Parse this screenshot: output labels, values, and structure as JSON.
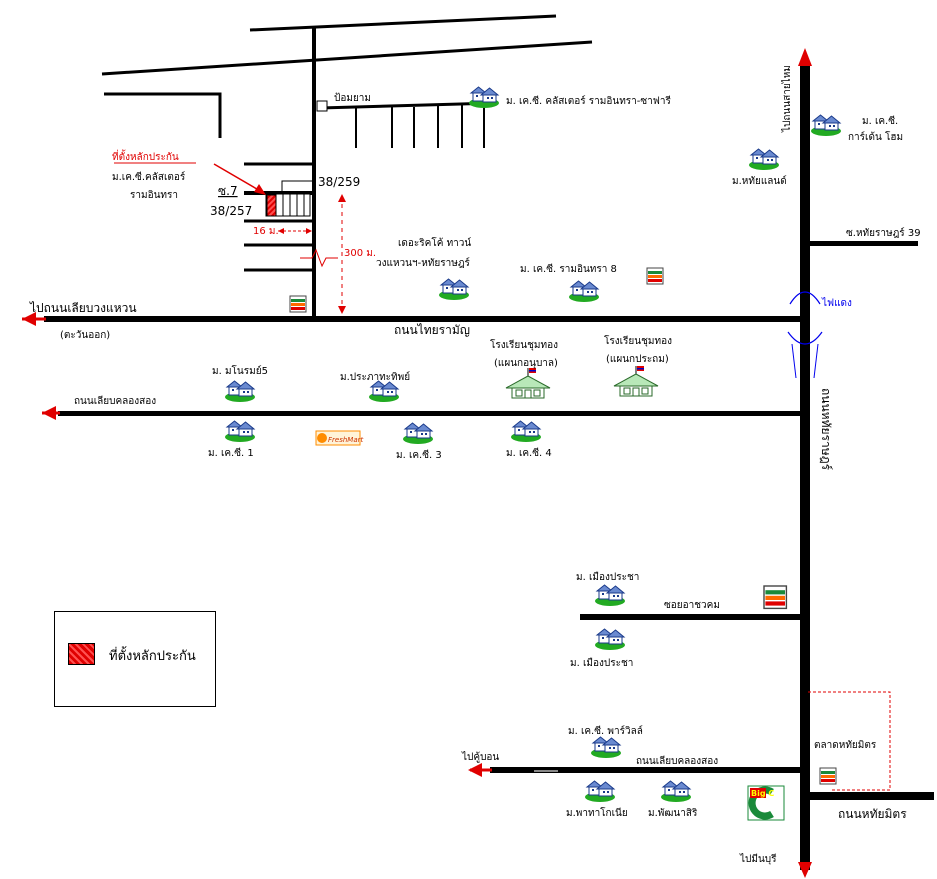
{
  "colors": {
    "road": "#000000",
    "accent_red": "#e00000",
    "traffic_blue": "#0000ee",
    "house_green": "#22aa22",
    "seven_eleven_green": "#1a8a3a",
    "seven_eleven_orange": "#ff6a00"
  },
  "labels": {
    "to_outer_ring": "ไปถนนเลียบวงแหวน",
    "east_side": "(ตะวันออก)",
    "thai_raman_road": "ถนนไทยรามัญ",
    "khlong_song_road_left": "ถนนเลียบคลองสอง",
    "khlong_song_road_bottom": "ถนนเลียบคลองสอง",
    "to_khu_bon": "ไปคู้บอน",
    "to_sai_mai_road": "ไปถนนสายไหม",
    "to_min_buri": "ไปมีนบุรี",
    "hathairat_road": "ถนนหทัยราษฎร์",
    "hathai_mit_road": "ถนนหทัยมิตร",
    "hathairat_soi_39": "ซ.หทัยราษฎร์ 39",
    "soi_arch_khom": "ซอยอาชวคม",
    "traffic_light": "ไฟแดง",
    "hathai_mit_market": "ตลาดหทัยมิตร",
    "guard_post": "ป้อมยาม",
    "collateral_site": "ที่ตั้งหลักประกัน",
    "kc_cluster_ram_left_1": "ม.เค.ซี.คลัสเตอร์",
    "kc_cluster_ram_left_2": "รามอินทรา",
    "soi_7": "ซ.7",
    "addr_38_259": "38/259",
    "addr_38_257": "38/257",
    "dist_16": "16 ม.",
    "dist_300": "300 ม.",
    "kc_cluster_safari": "ม. เค.ซี. คลัสเตอร์ รามอินทรา-ซาฟารี",
    "kc_garden_home_1": "ม. เค.ซี.",
    "kc_garden_home_2": "การ์เด้น โฮม",
    "hathai_land": "ม.หทัยแลนด์",
    "the_ricco_town_1": "เดอะริคโค้ ทาวน์",
    "the_ricco_town_2": "วงแหวนฯ-หทัยราษฎร์",
    "kc_ram_8": "ม. เค.ซี. รามอินทรา 8",
    "chumthong_kindergarten_1": "โรงเรียนชุมทอง",
    "chumthong_kindergarten_2": "(แผนกอนุบาล)",
    "chumthong_primary_1": "โรงเรียนชุมทอง",
    "chumthong_primary_2": "(แผนกประถม)",
    "manorom_5": "ม. มโนรมย์5",
    "prapha_thip": "ม.ประภาทะทิพย์",
    "kc_1": "ม. เค.ซี. 1",
    "kc_3": "ม. เค.ซี. 3",
    "kc_4": "ม. เค.ซี. 4",
    "muang_pracha_top": "ม. เมืองประชา",
    "muang_pracha_bottom": "ม. เมืองประชา",
    "kc_park_ville": "ม. เค.ซี. พาร์วิลล์",
    "pattaya_kania": "ม.พาทาโกเนีย",
    "pattana_siri": "ม.พัฒนาสิริ",
    "fresh_mart": "FreshMart",
    "big_c": "Big C",
    "seven_eleven": "7"
  },
  "legend": {
    "label": "ที่ตั้งหลักประกัน"
  }
}
